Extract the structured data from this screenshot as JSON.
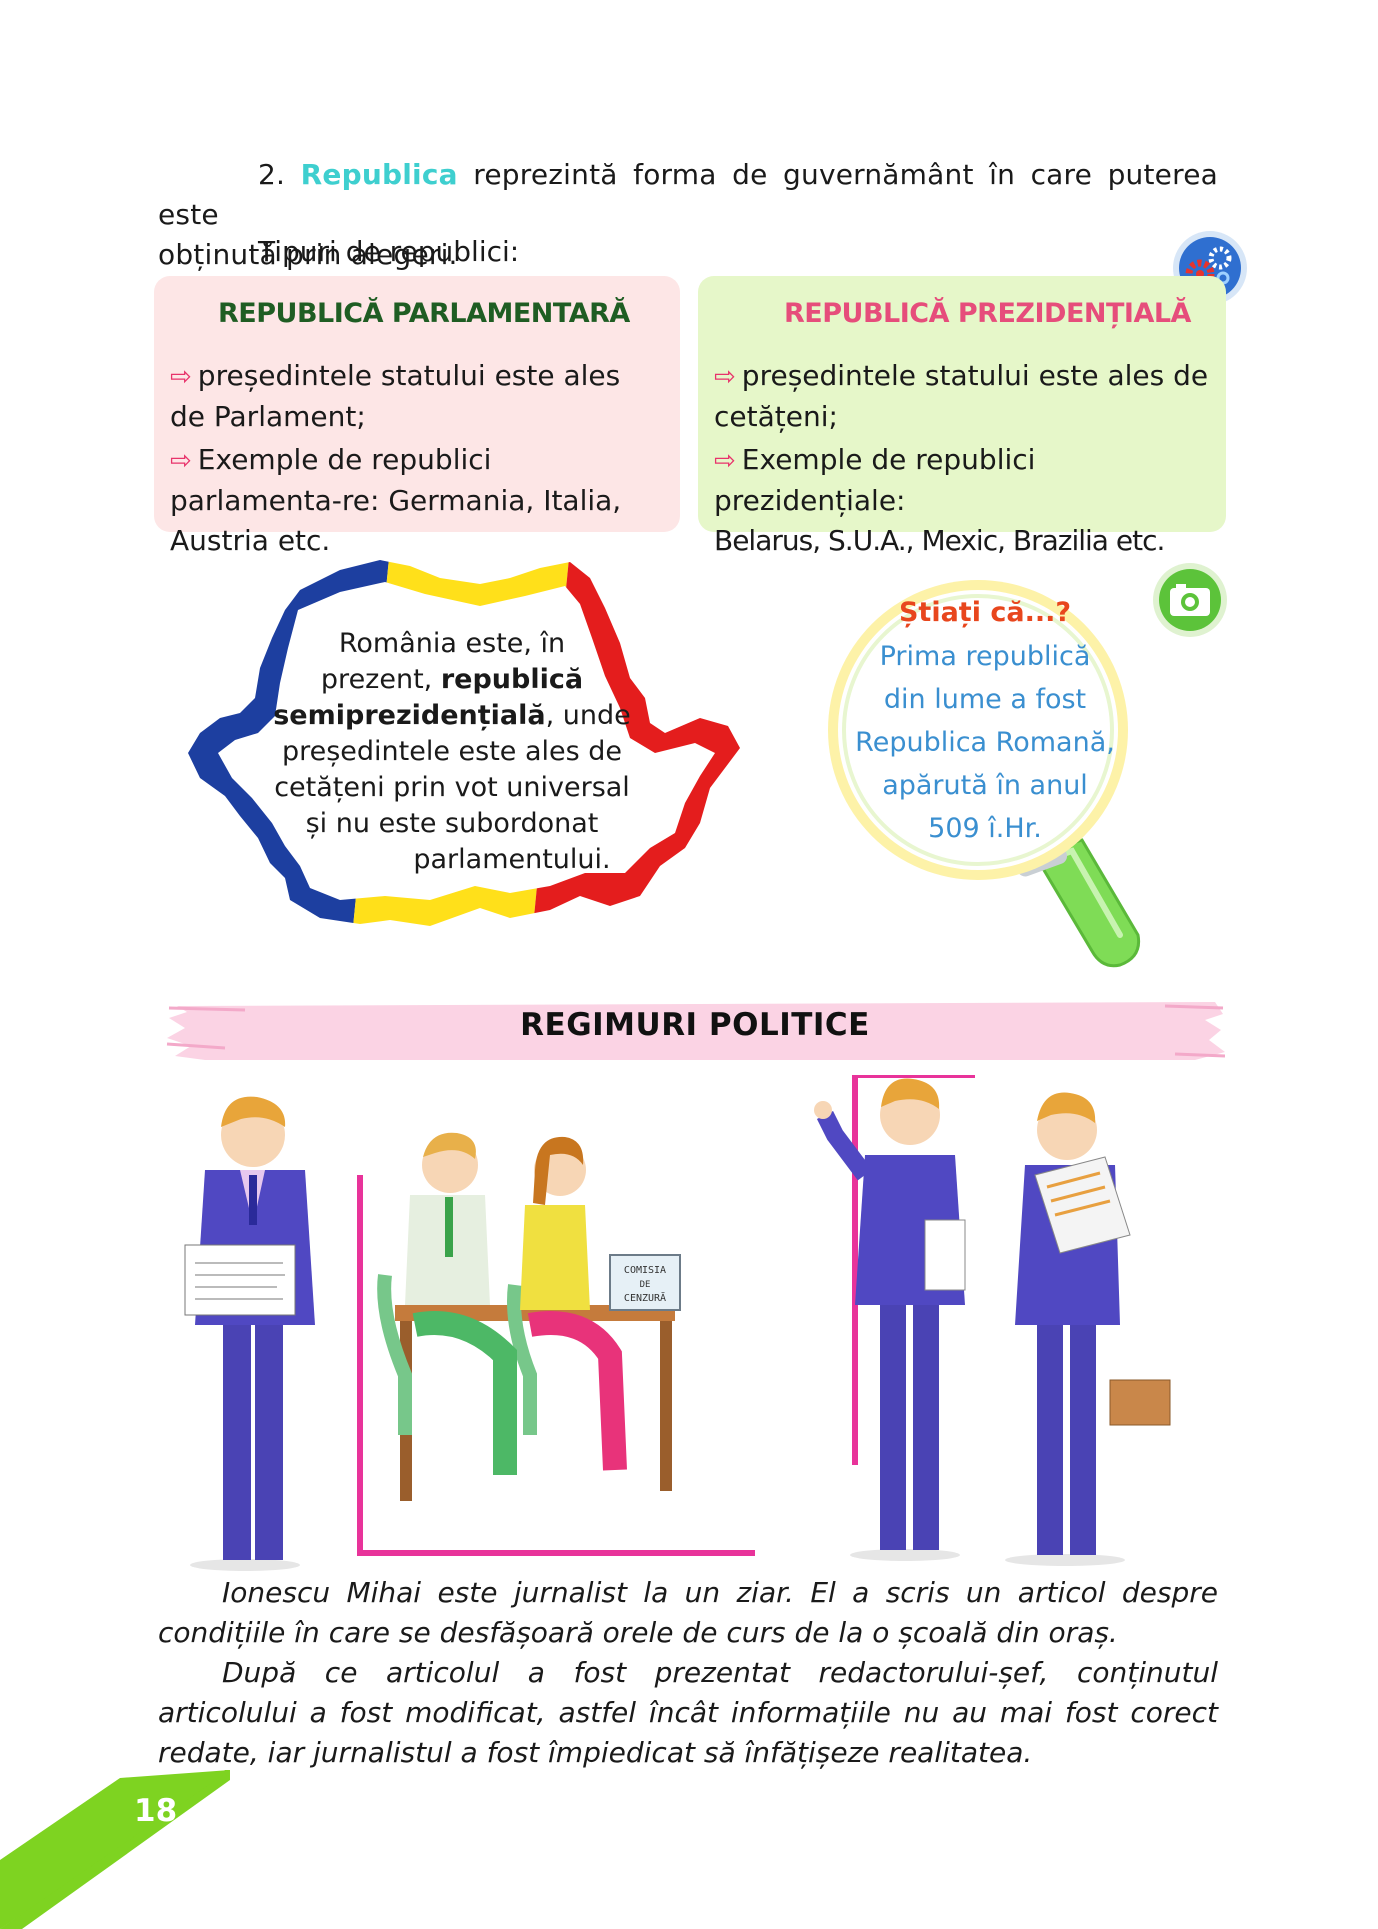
{
  "intro": {
    "number": "2.",
    "term": "Republica",
    "line1_rest": " reprezintă forma de guvernământ în care puterea este",
    "line2": "obținută prin alegeri.",
    "types_label": "Tipuri de republici:"
  },
  "parlamentara": {
    "title": "REPUBLICĂ PARLAMENTARĂ",
    "item1": "președintele statului este ales de Parlament;",
    "item2": "Exemple de republici parlamenta-re: Germania, Italia, Austria etc."
  },
  "prezidentiala": {
    "title": "REPUBLICĂ PREZIDENȚIALĂ",
    "item1": "președintele statului este ales de cetățeni;",
    "item2a": "Exemple de republici prezidențiale:",
    "item2b": "Belarus, S.U.A., Mexic, Brazilia etc."
  },
  "map": {
    "l1": "România este, în",
    "l2a": "prezent, ",
    "l2b": "republică",
    "l3a": "semiprezidențială",
    "l3b": ", unde",
    "l4": "președintele este ales de",
    "l5": "cetățeni prin vot universal",
    "l6": "și nu este subordonat",
    "l7": "parlamentului."
  },
  "stiati": {
    "title": "Știați că...?",
    "lines": [
      "Prima republică",
      "din lume a fost",
      "Republica Romană,",
      "apărută în anul",
      "509 î.Hr."
    ]
  },
  "section_title": "REGIMURI POLITICE",
  "sign_label": "COMISIA DE CENZURĂ",
  "story": {
    "p1": "Ionescu Mihai este jurnalist la un ziar. El a scris un articol despre condițiile în care se desfășoară orele de curs de la o școală din oraș.",
    "p2": "După ce articolul a fost prezentat redactorului-șef, conținutul articolului a fost modificat, astfel încât informațiile nu au mai fost corect redate, iar jurnalistul a fost împiedicat să înfățișeze realitatea."
  },
  "page_number": "18",
  "colors": {
    "accent_cyan": "#3ecfcf",
    "green_title": "#1f5d23",
    "pink_title": "#e64d7b",
    "arrow": "#e8336b",
    "box_pink": "#fde6e6",
    "box_green": "#e6f7c9",
    "page_corner": "#7ed321"
  },
  "icons": [
    "gears-icon",
    "camera-icon",
    "arrow-icon",
    "magnifier-icon"
  ]
}
